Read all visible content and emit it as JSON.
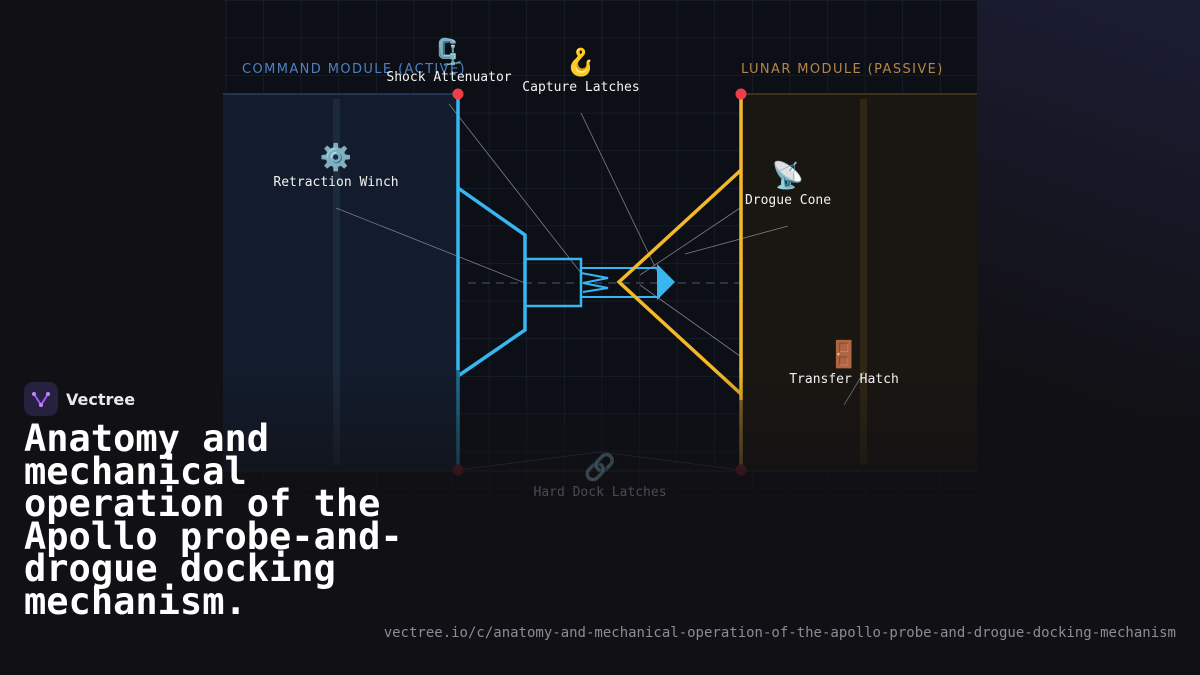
{
  "diagram": {
    "left_module_label": "COMMAND MODULE (ACTIVE)",
    "right_module_label": "LUNAR MODULE (PASSIVE)",
    "components": [
      {
        "id": "shock-attenuator",
        "icon": "🗜️",
        "icon_name": "clamp-icon",
        "label": "Shock Attenuator",
        "dim": false
      },
      {
        "id": "capture-latches",
        "icon": "🪝",
        "icon_name": "hook-icon",
        "label": "Capture Latches",
        "dim": false
      },
      {
        "id": "retraction-winch",
        "icon": "⚙️",
        "icon_name": "gear-icon",
        "label": "Retraction Winch",
        "dim": false
      },
      {
        "id": "drogue-cone",
        "icon": "📡",
        "icon_name": "satellite-antenna-icon",
        "label": "Drogue Cone",
        "dim": false
      },
      {
        "id": "transfer-hatch",
        "icon": "🚪",
        "icon_name": "door-icon",
        "label": "Transfer Hatch",
        "dim": false
      },
      {
        "id": "hard-dock-latches",
        "icon": "🔗",
        "icon_name": "link-icon",
        "label": "Hard Dock Latches",
        "dim": true
      }
    ],
    "colors": {
      "probe": "#38b6f0",
      "drogue": "#f4b829",
      "contact_point": "#ef3e49",
      "command_module_label": "#4f80bf",
      "lunar_module_label": "#b5864a"
    }
  },
  "brand": {
    "name": "Vectree",
    "logo_icon": "vectree-logo-icon"
  },
  "title": "Anatomy and mechanical operation of the Apollo probe-and-drogue docking mechanism.",
  "url": "vectree.io/c/anatomy-and-mechanical-operation-of-the-apollo-probe-and-drogue-docking-mechanism"
}
